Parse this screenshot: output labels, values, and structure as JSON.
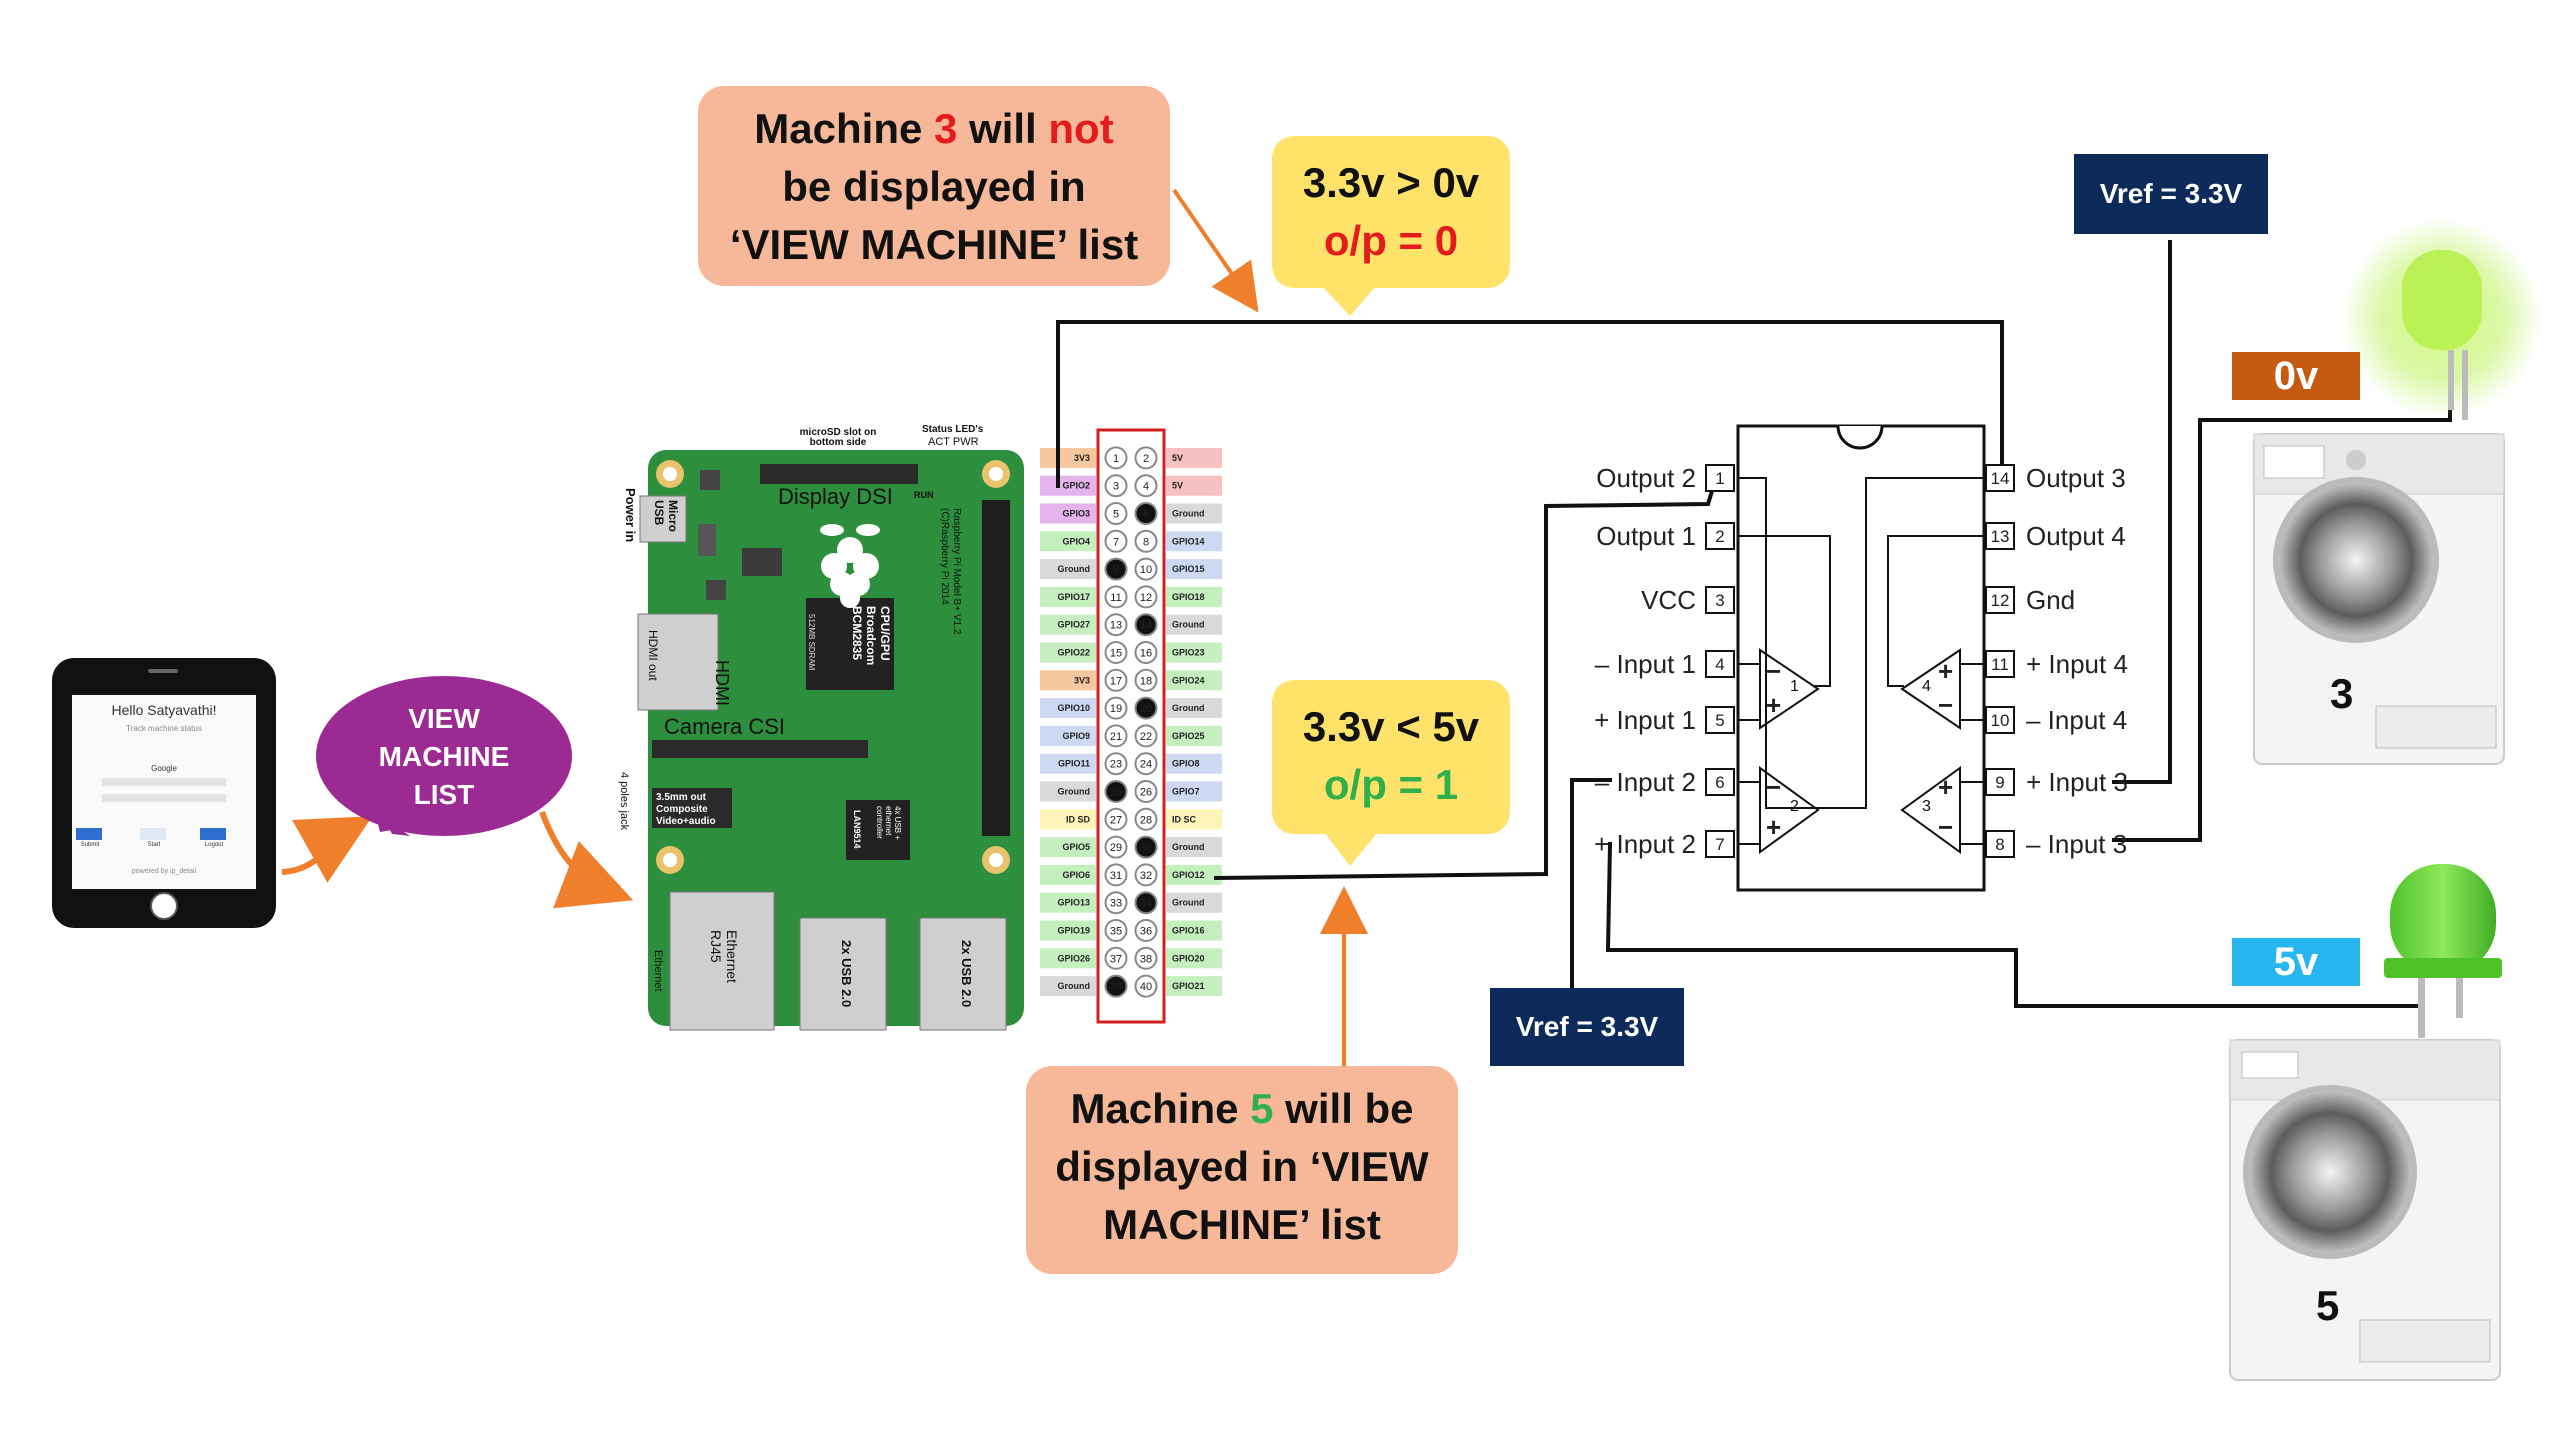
{
  "callouts": {
    "not_displayed": {
      "pre": "Machine ",
      "num": "3",
      "mid": " will ",
      "neg": "not",
      "line2": "be displayed in",
      "line3": "‘VIEW MACHINE’ list"
    },
    "displayed": {
      "pre": "Machine ",
      "num": "5",
      "post": " will be",
      "line2": "displayed in ‘VIEW",
      "line3": "MACHINE’ list"
    },
    "compare_top": {
      "line1": "3.3v > 0v",
      "line2": "o/p = 0"
    },
    "compare_bottom": {
      "line1": "3.3v < 5v",
      "line2": "o/p = 1"
    }
  },
  "view_machine_bubble": {
    "line1": "VIEW",
    "line2": "MACHINE",
    "line3": "LIST"
  },
  "vref_top": "Vref = 3.3V",
  "vref_bottom": "Vref = 3.3V",
  "voltage_tags": {
    "top": "0v",
    "bottom": "5v"
  },
  "machines": {
    "top": "3",
    "bottom": "5"
  },
  "phone": {
    "greeting": "Hello Satyavathi!",
    "subtitle": "Track machine status",
    "field_label": "Google",
    "button_left": "Submit",
    "button_mid": "Start",
    "button_right": "Logout",
    "footer": "powered by ip_detail"
  },
  "ic": {
    "left_pins": [
      {
        "num": "1",
        "label": "Output 2"
      },
      {
        "num": "2",
        "label": "Output 1"
      },
      {
        "num": "3",
        "label": "VCC"
      },
      {
        "num": "4",
        "label": "– Input 1"
      },
      {
        "num": "5",
        "label": "+ Input 1"
      },
      {
        "num": "6",
        "label": "– Input 2"
      },
      {
        "num": "7",
        "label": "+ Input 2"
      }
    ],
    "right_pins": [
      {
        "num": "14",
        "label": "Output 3"
      },
      {
        "num": "13",
        "label": "Output 4"
      },
      {
        "num": "12",
        "label": "Gnd"
      },
      {
        "num": "11",
        "label": "+ Input 4"
      },
      {
        "num": "10",
        "label": "– Input 4"
      },
      {
        "num": "9",
        "label": "+ Input 3"
      },
      {
        "num": "8",
        "label": "– Input 3"
      }
    ],
    "opamps": [
      "1",
      "2",
      "3",
      "4"
    ]
  },
  "pi": {
    "display": "Display DSI",
    "camera": "Camera CSI",
    "hdmi": "HDMI",
    "hdmi_out": "HDMI out",
    "power": "Power in",
    "micro_usb": "Micro USB",
    "cpu": "CPU/GPU Broadcom BCM2835",
    "ram": "512MB SDRAM",
    "audio": "3.5mm out Composite Video+audio",
    "jack": "4 poles jack",
    "ethernet": "Ethernet RJ45",
    "ethernet_side": "Ethernet",
    "usb1": "2x USB 2.0",
    "usb2": "2x USB 2.0",
    "sd": "microSD slot on bottom side",
    "status": "Status LED's",
    "act": "ACT PWR",
    "run": "RUN",
    "model": "Raspberry Pi Model B+ V1.2 (C)Raspberry Pi 2014",
    "lan": "LAN9514",
    "usb_ctrl": "4x USB + ethernet controller"
  },
  "gpio_header": {
    "left": [
      "3V3",
      "GPIO2",
      "GPIO3",
      "GPIO4",
      "Ground",
      "GPIO17",
      "GPIO27",
      "GPIO22",
      "3V3",
      "GPIO10",
      "GPIO9",
      "GPIO11",
      "Ground",
      "ID SD",
      "GPIO5",
      "GPIO6",
      "GPIO13",
      "GPIO19",
      "GPIO26",
      "Ground"
    ],
    "right": [
      "5V",
      "5V",
      "Ground",
      "GPIO14",
      "GPIO15",
      "GPIO18",
      "Ground",
      "GPIO23",
      "GPIO24",
      "Ground",
      "GPIO25",
      "GPIO8",
      "GPIO7",
      "ID SC",
      "Ground",
      "GPIO12",
      "Ground",
      "GPIO16",
      "GPIO20",
      "GPIO21"
    ],
    "left_colors": [
      "#f7c89e",
      "#e5b3ee",
      "#e5b3ee",
      "#c6efc0",
      "#d9d9d9",
      "#c6efc0",
      "#c6efc0",
      "#c6efc0",
      "#f7c89e",
      "#cdd9f2",
      "#cdd9f2",
      "#cdd9f2",
      "#d9d9d9",
      "#fff4b8",
      "#c6efc0",
      "#c6efc0",
      "#c6efc0",
      "#c6efc0",
      "#c6efc0",
      "#d9d9d9"
    ],
    "right_colors": [
      "#f7c1c1",
      "#f7c1c1",
      "#d9d9d9",
      "#cdd9f2",
      "#cdd9f2",
      "#c6efc0",
      "#d9d9d9",
      "#c6efc0",
      "#c6efc0",
      "#d9d9d9",
      "#c6efc0",
      "#cdd9f2",
      "#cdd9f2",
      "#fff4b8",
      "#d9d9d9",
      "#c6efc0",
      "#d9d9d9",
      "#c6efc0",
      "#c6efc0",
      "#c6efc0"
    ]
  },
  "colors": {
    "peach": "#f7b899",
    "yellow": "#ffe26a",
    "purple": "#9b2a92",
    "orange_arrow": "#f07f2c",
    "navy": "#0c2a5a",
    "tag_orange": "#c55a11",
    "tag_cyan": "#27b6ef",
    "pcb_green": "#2d8f3d",
    "led_green": "#6fd43a"
  }
}
